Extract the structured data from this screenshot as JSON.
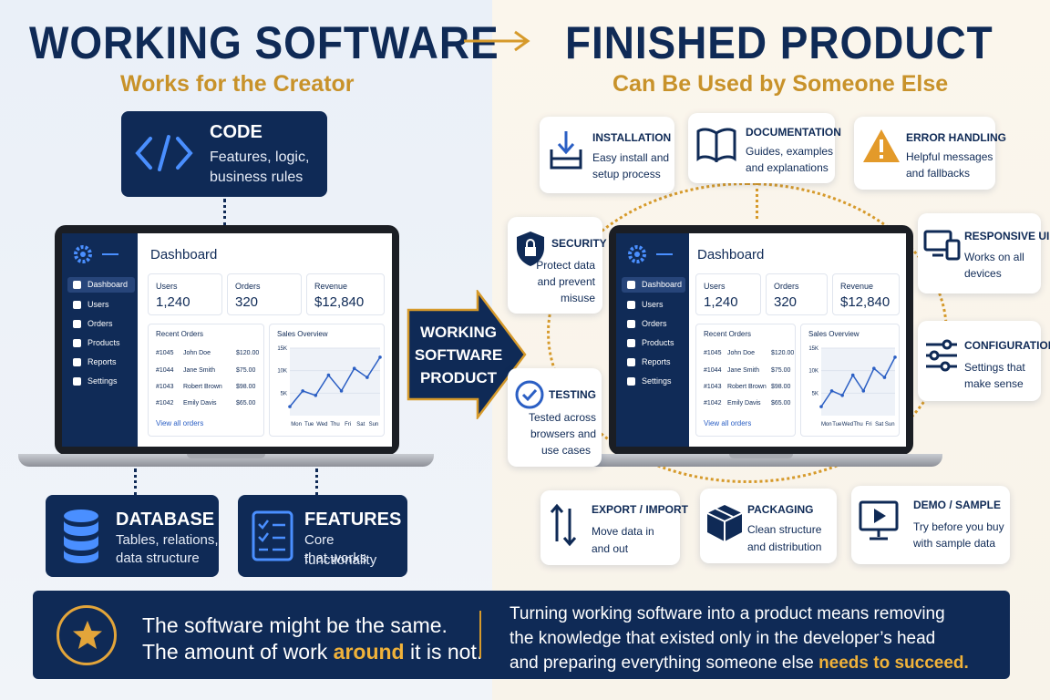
{
  "left_heading": {
    "title": "WORKING SOFTWARE",
    "subtitle": "Works for the Creator"
  },
  "right_heading": {
    "title": "FINISHED PRODUCT",
    "subtitle": "Can Be Used by Someone Else"
  },
  "code_box": {
    "title": "CODE",
    "desc_line1": "Features, logic,",
    "desc_line2": "business rules"
  },
  "database_box": {
    "title": "DATABASE",
    "desc_line1": "Tables, relations,",
    "desc_line2": "data structure"
  },
  "features_box": {
    "title": "FEATURES",
    "desc_line1": "Core functionality",
    "desc_line2": "that works"
  },
  "center_arrow": {
    "line1": "WORKING",
    "line2": "SOFTWARE",
    "line3": "PRODUCT"
  },
  "dashboard": {
    "title": "Dashboard",
    "nav": [
      "Dashboard",
      "Users",
      "Orders",
      "Products",
      "Reports",
      "Settings"
    ],
    "stats": [
      {
        "label": "Users",
        "value": "1,240"
      },
      {
        "label": "Orders",
        "value": "320"
      },
      {
        "label": "Revenue",
        "value": "$12,840"
      }
    ],
    "recent_orders_title": "Recent Orders",
    "orders": [
      {
        "id": "#1045",
        "name": "John Doe",
        "amount": "$120.00"
      },
      {
        "id": "#1044",
        "name": "Jane Smith",
        "amount": "$75.00"
      },
      {
        "id": "#1043",
        "name": "Robert Brown",
        "amount": "$98.00"
      },
      {
        "id": "#1042",
        "name": "Emily Davis",
        "amount": "$65.00"
      }
    ],
    "view_all": "View all orders",
    "sales_title": "Sales Overview"
  },
  "chart_data": {
    "type": "line",
    "title": "Sales Overview",
    "categories": [
      "Mon",
      "Tue",
      "Wed",
      "Thu",
      "Fri",
      "Sat",
      "Sun",
      ""
    ],
    "y_ticks": [
      "15K",
      "10K",
      "5K"
    ],
    "values": [
      2,
      5.5,
      4.5,
      9,
      5.5,
      10.5,
      8.5,
      13
    ],
    "ylim": [
      0,
      15
    ],
    "color": "#2b5fc4"
  },
  "cards": {
    "installation": {
      "title": "INSTALLATION",
      "line1": "Easy install and",
      "line2": "setup process"
    },
    "documentation": {
      "title": "DOCUMENTATION",
      "line1": "Guides, examples",
      "line2": "and explanations"
    },
    "error_handling": {
      "title": "ERROR HANDLING",
      "line1": "Helpful messages",
      "line2": "and fallbacks"
    },
    "security": {
      "title": "SECURITY",
      "line1": "Protect data",
      "line2": "and prevent",
      "line3": "misuse"
    },
    "responsive": {
      "title": "RESPONSIVE UI",
      "line1": "Works on all",
      "line2": "devices"
    },
    "configuration": {
      "title": "CONFIGURATION",
      "line1": "Settings that",
      "line2": "make sense"
    },
    "testing": {
      "title": "TESTING",
      "line1": "Tested across",
      "line2": "browsers and",
      "line3": "use cases"
    },
    "export_import": {
      "title": "EXPORT / IMPORT",
      "line1": "Move data in",
      "line2": "and out"
    },
    "packaging": {
      "title": "PACKAGING",
      "line1": "Clean structure",
      "line2": "and distribution"
    },
    "demo": {
      "title": "DEMO / SAMPLE",
      "line1": "Try before you buy",
      "line2": "with sample data"
    }
  },
  "banner": {
    "left_line1": "The software might be the same.",
    "left_line2_a": "The amount of work ",
    "left_line2_highlight": "around",
    "left_line2_b": " it is not.",
    "right_line1": "Turning working software into a product means removing",
    "right_line2": "the knowledge that existed only in the developer’s head",
    "right_line3_a": "and preparing everything someone else ",
    "right_line3_highlight": "needs to succeed."
  },
  "colors": {
    "navy": "#0f2a56",
    "gold": "#c8922a",
    "accent_blue": "#2b5fc4",
    "warning": "#e39a2a"
  }
}
